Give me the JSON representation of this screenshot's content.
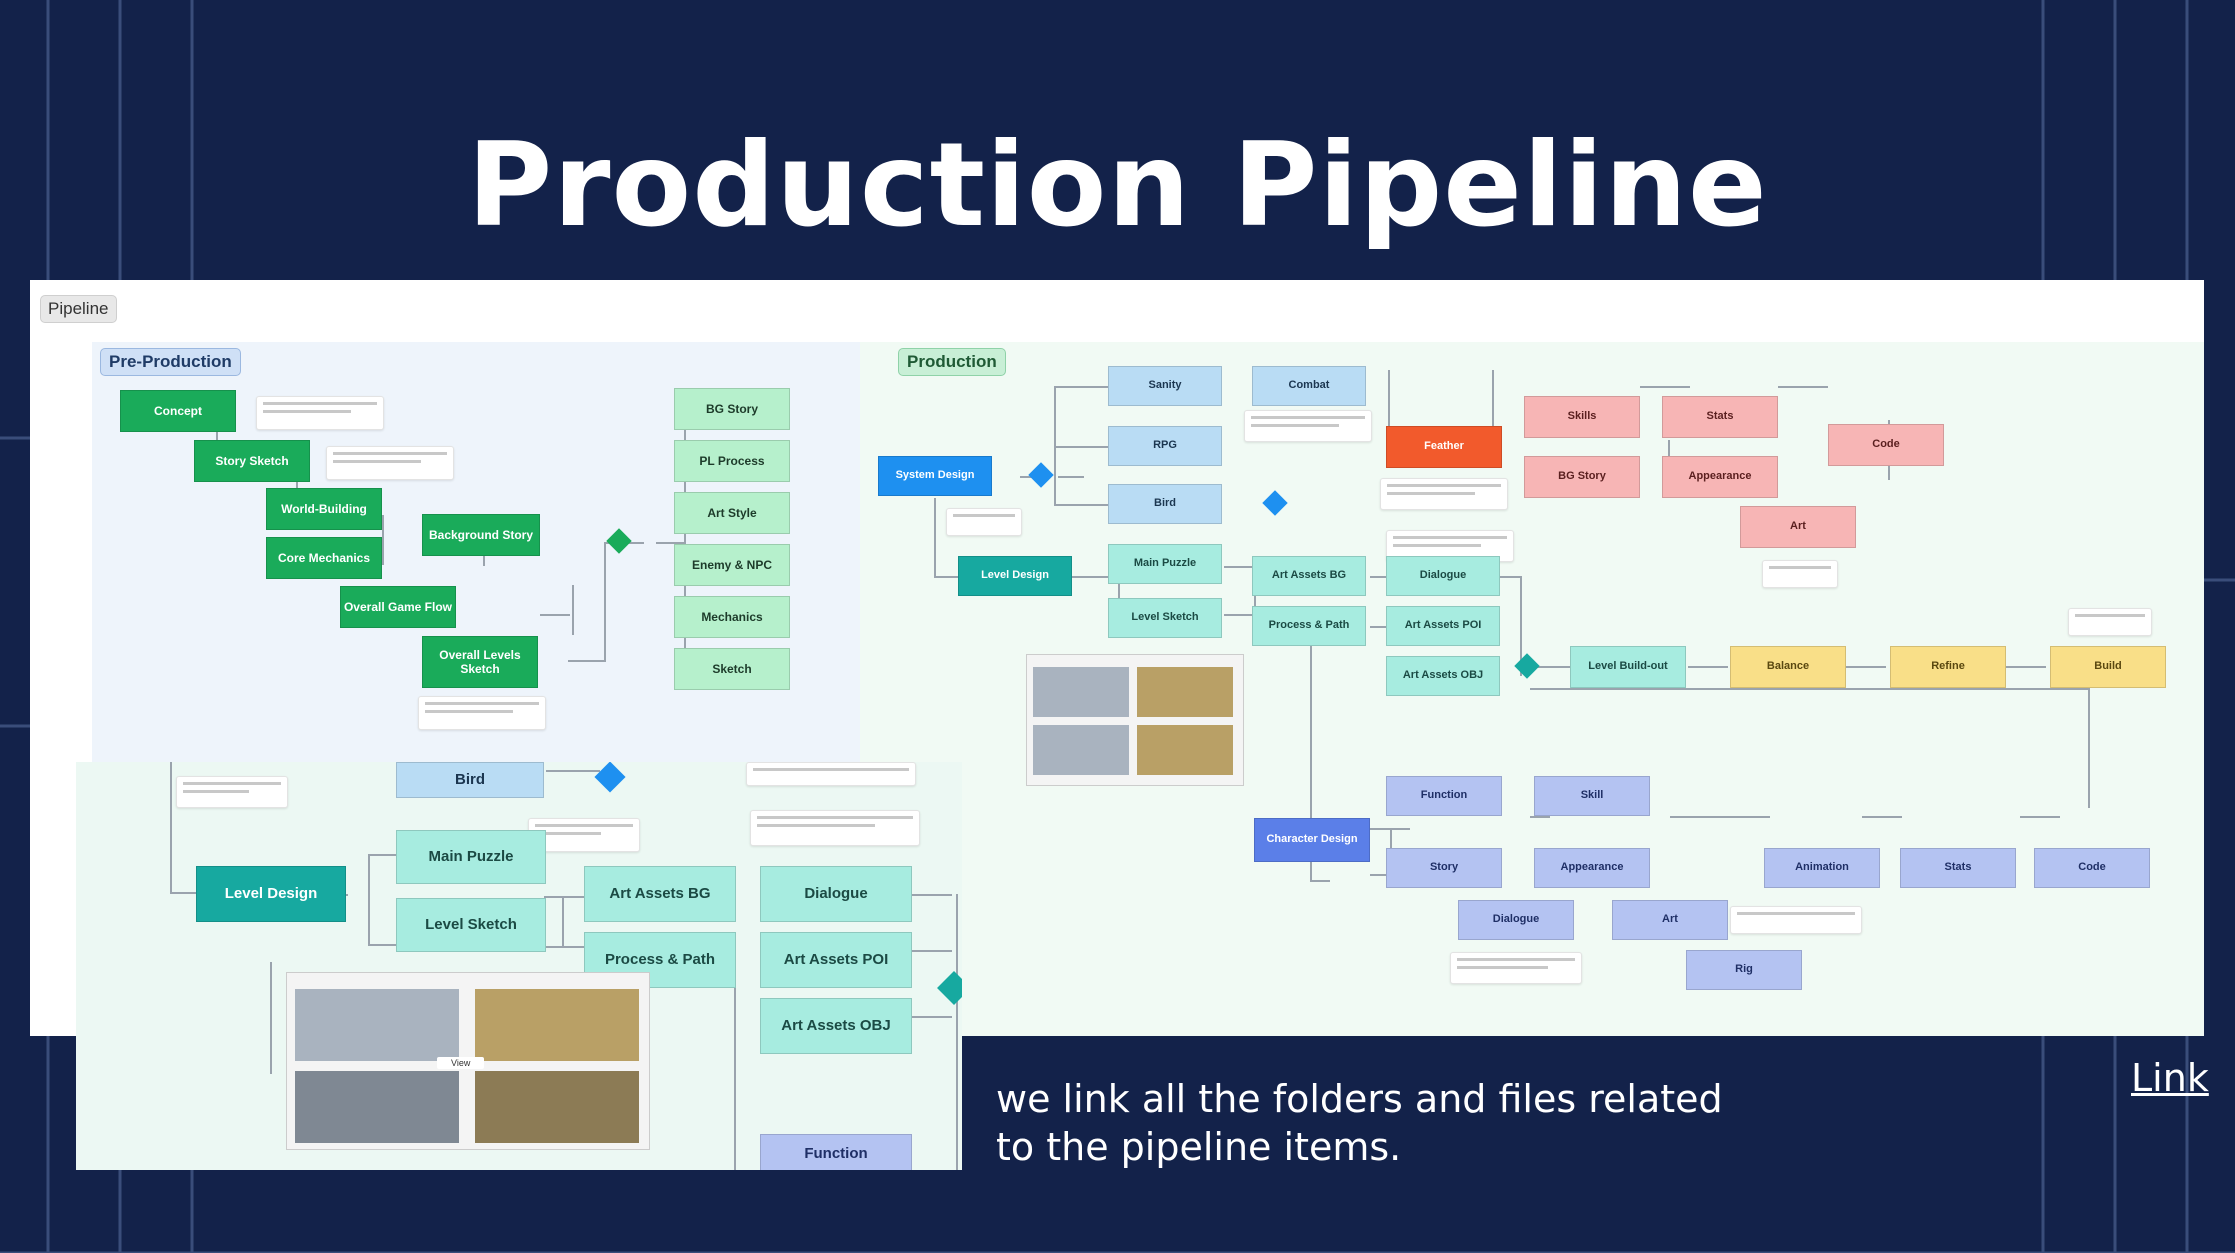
{
  "slide": {
    "title": "Production Pipeline",
    "caption_line1": "we link all the folders and files related",
    "caption_line2": "to the pipeline items.",
    "link_label": "Link",
    "tab_label": "Pipeline"
  },
  "colors": {
    "background": "#13224a",
    "green": "#1aab5a",
    "light_green": "#b6f0cc",
    "teal": "#17a9a0",
    "light_teal": "#a7ece0",
    "blue": "#1e90f0",
    "light_blue": "#b9dcf4",
    "red": "#f25a2c",
    "pink": "#f7b5b5",
    "yellow": "#f9df88",
    "indigo": "#5b7fe8",
    "lavender": "#b4c3f2"
  },
  "preproduction": {
    "label": "Pre-Production",
    "concept": "Concept",
    "story_sketch": "Story Sketch",
    "world_building": "World-Building",
    "core_mechanics": "Core Mechanics",
    "background_story": "Background Story",
    "overall_game_flow": "Overall Game Flow",
    "overall_levels_sketch": "Overall Levels Sketch",
    "outputs": [
      "BG Story",
      "PL Process",
      "Art Style",
      "Enemy & NPC",
      "Mechanics",
      "Sketch"
    ]
  },
  "production": {
    "label": "Production",
    "system_design": "System Design",
    "sanity": "Sanity",
    "combat": "Combat",
    "rpg": "RPG",
    "bird": "Bird",
    "feather": "Feather",
    "skills": "Skills",
    "stats": "Stats",
    "bg_story": "BG Story",
    "appearance": "Appearance",
    "code": "Code",
    "art": "Art",
    "level_design": "Level Design",
    "main_puzzle": "Main Puzzle",
    "level_sketch": "Level Sketch",
    "art_assets_bg": "Art Assets BG",
    "process_path": "Process & Path",
    "dialogue": "Dialogue",
    "art_assets_poi": "Art Assets POI",
    "art_assets_obj": "Art Assets OBJ",
    "level_buildout": "Level Build-out",
    "balance": "Balance",
    "refine": "Refine",
    "build": "Build",
    "character_design": "Character Design",
    "function": "Function",
    "skill": "Skill",
    "story": "Story",
    "char_appearance": "Appearance",
    "animation": "Animation",
    "char_stats": "Stats",
    "char_code": "Code",
    "char_dialogue": "Dialogue",
    "char_art": "Art",
    "rig": "Rig"
  },
  "zoom": {
    "bird": "Bird",
    "level_design": "Level Design",
    "main_puzzle": "Main Puzzle",
    "level_sketch": "Level Sketch",
    "art_assets_bg": "Art Assets BG",
    "process_path": "Process & Path",
    "dialogue": "Dialogue",
    "art_assets_poi": "Art Assets POI",
    "art_assets_obj": "Art Assets OBJ",
    "function": "Function",
    "view_button": "View"
  }
}
